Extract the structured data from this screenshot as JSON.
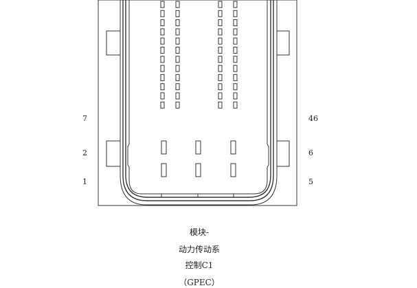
{
  "connector": {
    "pin_labels": {
      "left_top": "7",
      "left_middle": "2",
      "left_bottom": "1",
      "right_top": "46",
      "right_middle": "6",
      "right_bottom": "5"
    }
  },
  "caption": {
    "line1": "模块-",
    "line2": "动力传动系",
    "line3": "控制C1",
    "line4": "（GPEC）"
  },
  "colors": {
    "stroke": "#333333",
    "background": "#ffffff"
  }
}
